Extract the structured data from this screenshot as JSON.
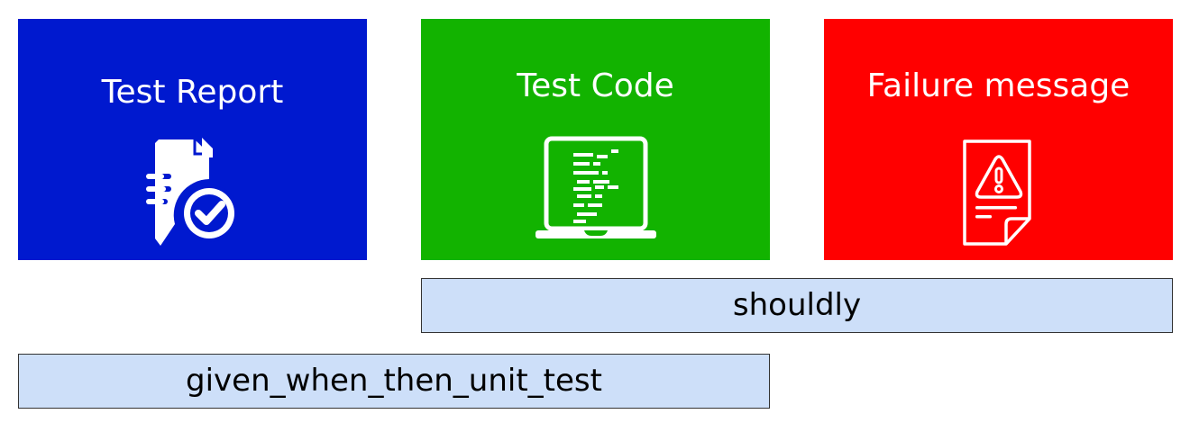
{
  "cards": [
    {
      "title": "Test Report",
      "color": "#0019cf",
      "icon": "report-check-icon"
    },
    {
      "title": "Test Code",
      "color": "#12b300",
      "icon": "laptop-code-icon"
    },
    {
      "title": "Failure message",
      "color": "#ff0000",
      "icon": "document-warning-icon"
    }
  ],
  "bars": [
    {
      "label": "shouldly",
      "color": "#cddff9"
    },
    {
      "label": "given_when_then_unit_test",
      "color": "#cddff9"
    }
  ]
}
